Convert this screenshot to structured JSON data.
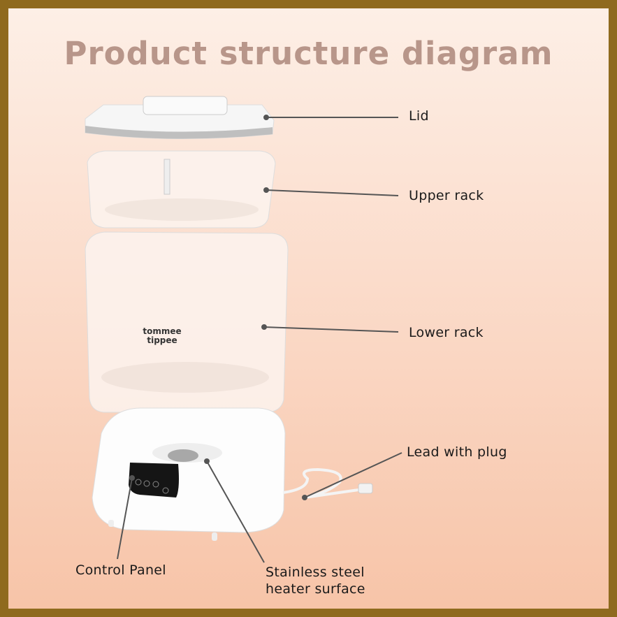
{
  "title": "Product structure diagram",
  "labels": {
    "lid": "Lid",
    "upper_rack": "Upper rack",
    "lower_rack": "Lower rack",
    "lead": "Lead with plug",
    "control_panel": "Control Panel",
    "heater_line1": "Stainless steel",
    "heater_line2": "heater surface"
  },
  "logo": {
    "line1": "tommee",
    "line2": "tippee"
  },
  "colors": {
    "border": "#8f6a1e",
    "title": "#b8968a",
    "leader": "#555555"
  }
}
